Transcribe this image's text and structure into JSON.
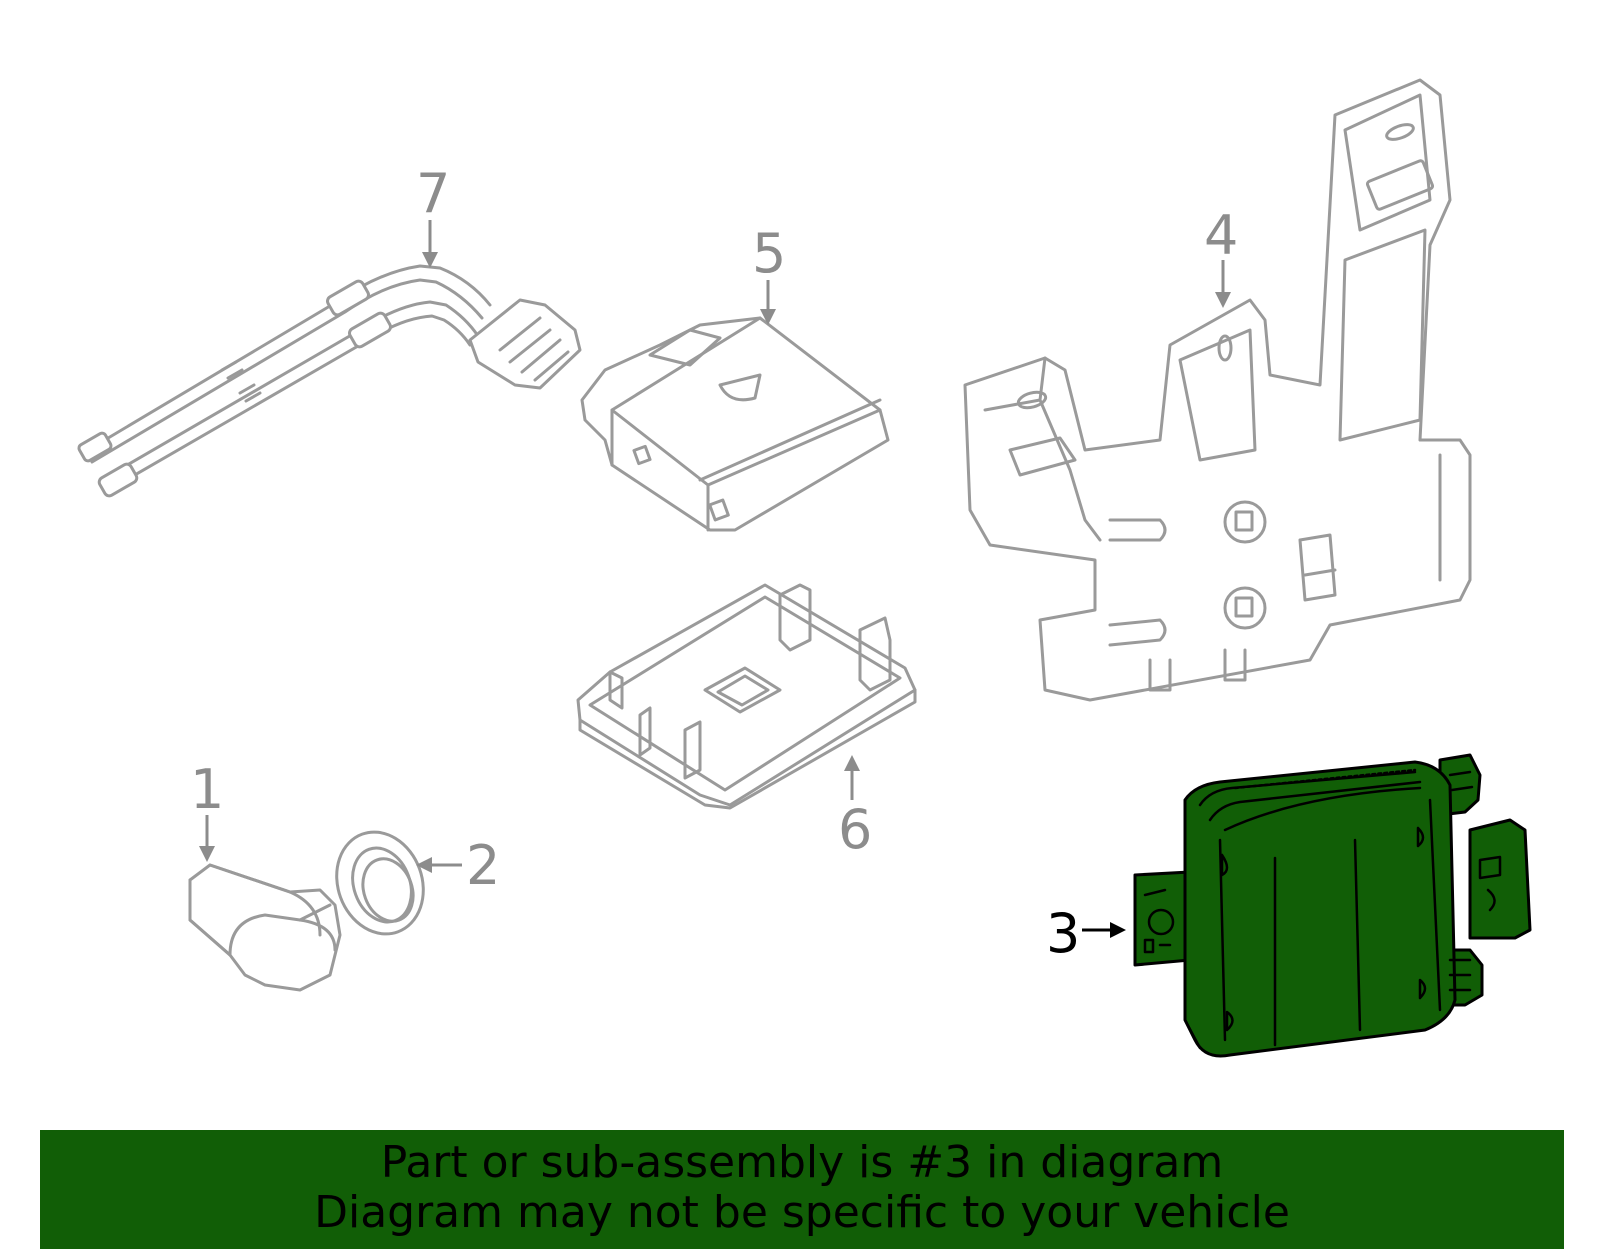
{
  "diagram": {
    "callouts": [
      {
        "id": "1",
        "label": "1"
      },
      {
        "id": "2",
        "label": "2"
      },
      {
        "id": "3",
        "label": "3"
      },
      {
        "id": "4",
        "label": "4"
      },
      {
        "id": "5",
        "label": "5"
      },
      {
        "id": "6",
        "label": "6"
      },
      {
        "id": "7",
        "label": "7"
      }
    ],
    "highlighted_part": "3",
    "colors": {
      "highlight": "#115e06",
      "part_outline": "#9a9a9a",
      "callout_text": "#8c8c8c",
      "highlight_text": "#000000"
    }
  },
  "banner": {
    "line1": "Part or sub-assembly is #3 in diagram",
    "line2": "Diagram may not be specific to your vehicle"
  }
}
